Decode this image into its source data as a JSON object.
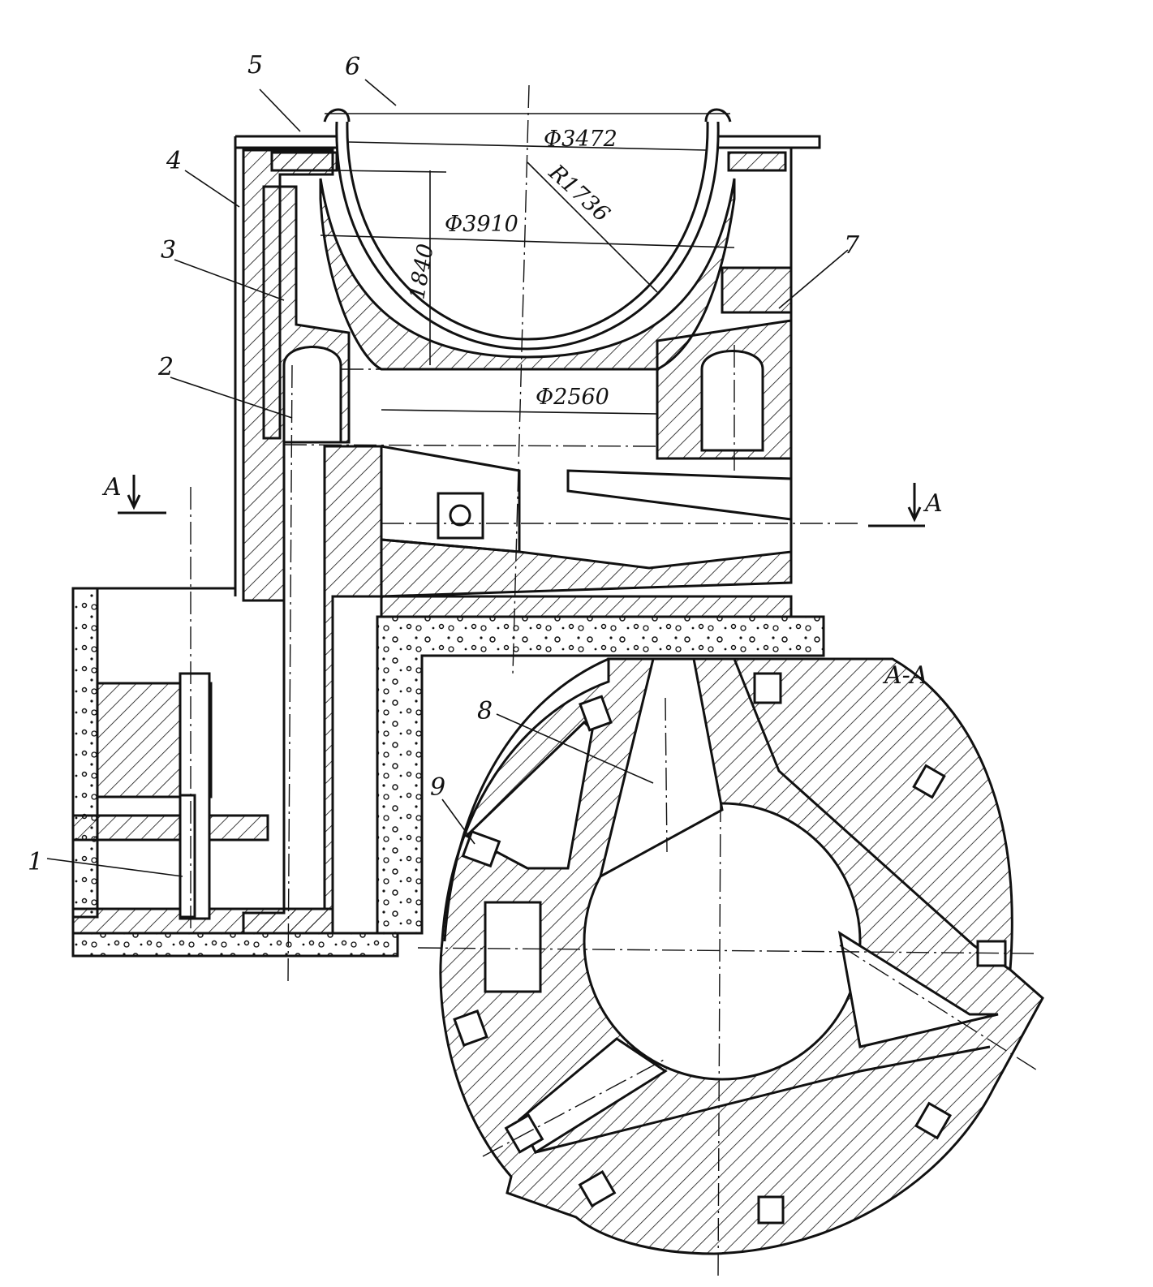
{
  "labels": {
    "n1": "1",
    "n2": "2",
    "n3": "3",
    "n4": "4",
    "n5": "5",
    "n6": "6",
    "n7": "7",
    "n8": "8",
    "n9": "9"
  },
  "section": {
    "mark_left": "A",
    "mark_right": "A",
    "title": "A-A"
  },
  "dimensions": {
    "d_top": "Φ3472",
    "radius": "R1736",
    "d_mid": "Φ3910",
    "height": "1840",
    "d_bottom": "Φ2560"
  },
  "colors": {
    "ink": "#111111",
    "paper": "#ffffff"
  }
}
